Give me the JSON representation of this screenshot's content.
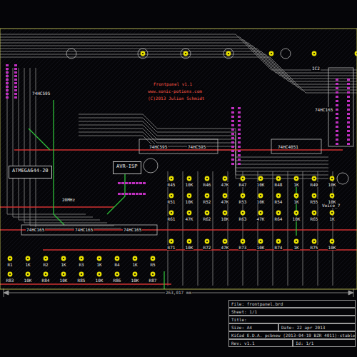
{
  "diagram": {
    "nodes": [
      {
        "text": [
          "ATMEGA644-20"
        ]
      },
      {
        "text": [
          "AVR-ISP"
        ]
      },
      {
        "text": [
          "File: frontpanel.brd"
        ]
      },
      {
        "text": [
          "Sheet: 1/1"
        ]
      },
      {
        "text": [
          "Title:"
        ]
      },
      {
        "text": [
          "Size: A4"
        ]
      },
      {
        "text": [
          "Date: 22 apr 2013"
        ]
      },
      {
        "text": [
          "KiCad E.D.A. pcbnew (2013-04-19 BZR 4011)-stable"
        ]
      },
      {
        "text": [
          "Rev: v1.1"
        ]
      },
      {
        "text": [
          "Id: 1/1"
        ]
      }
    ],
    "labels": [
      "Frontpanel v1.1",
      "www.sonic-potions.com",
      "(C)2013 Julian Schmidt",
      "74HC595",
      "74HC595",
      "74HC595",
      "74HC165",
      "74HC165",
      "74HC165",
      "74HC4051",
      "74HC165",
      "20MHz",
      "IC2",
      "Voice_7",
      "263,017 mm",
      "R45",
      "10K",
      "R46",
      "47K",
      "R47",
      "10K",
      "R48",
      "1K",
      "R49",
      "10K",
      "R51",
      "10K",
      "R52",
      "47K",
      "R53",
      "10K",
      "R54",
      "1K",
      "R55",
      "10K",
      "R61",
      "47K",
      "R62",
      "10K",
      "R63",
      "47K",
      "R64",
      "10K",
      "R65",
      "1K",
      "R71",
      "10K",
      "R72",
      "47K",
      "R73",
      "10K",
      "R74",
      "1K",
      "R75",
      "10K",
      "R1",
      "1K",
      "R2",
      "1K",
      "R3",
      "1K",
      "R4",
      "1K",
      "R5",
      "R83",
      "10K",
      "R84",
      "10K",
      "R85",
      "10K",
      "R86",
      "10K",
      "R87"
    ]
  }
}
